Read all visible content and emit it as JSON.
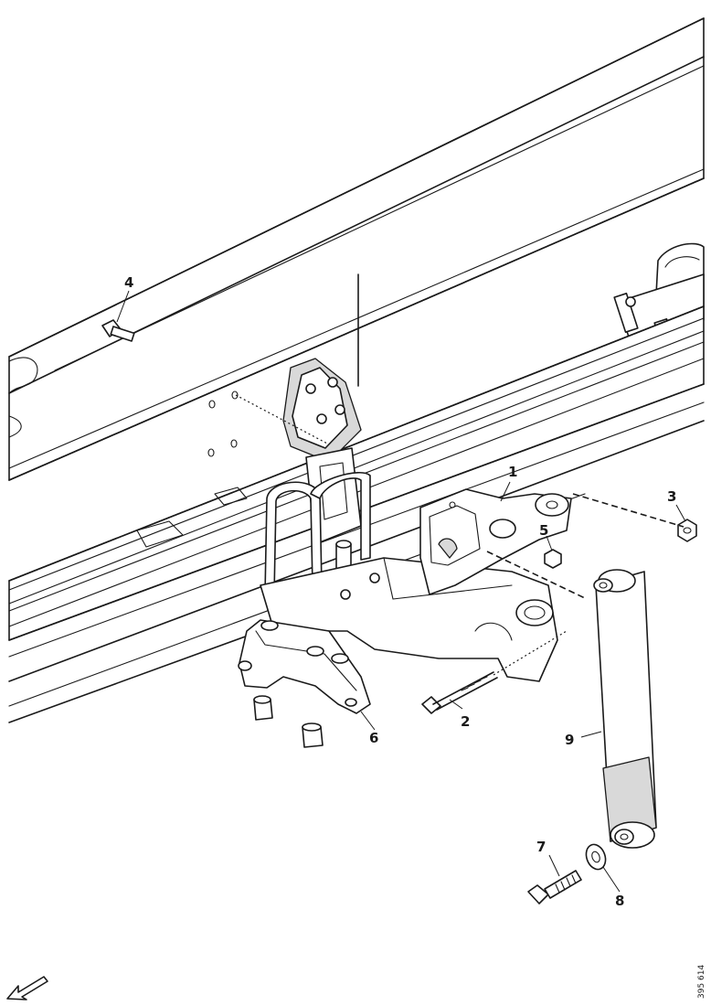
{
  "callouts": {
    "c1": "1",
    "c2": "2",
    "c3": "3",
    "c4": "4",
    "c5": "5",
    "c6": "6",
    "c7": "7",
    "c8": "8",
    "c9": "9"
  },
  "figure_code": "395 614",
  "icons": {
    "direction_arrow": "forward-direction-arrow-icon"
  },
  "colors": {
    "line": "#1a1a1a",
    "shade": "#d9d9d9",
    "background": "#ffffff"
  }
}
